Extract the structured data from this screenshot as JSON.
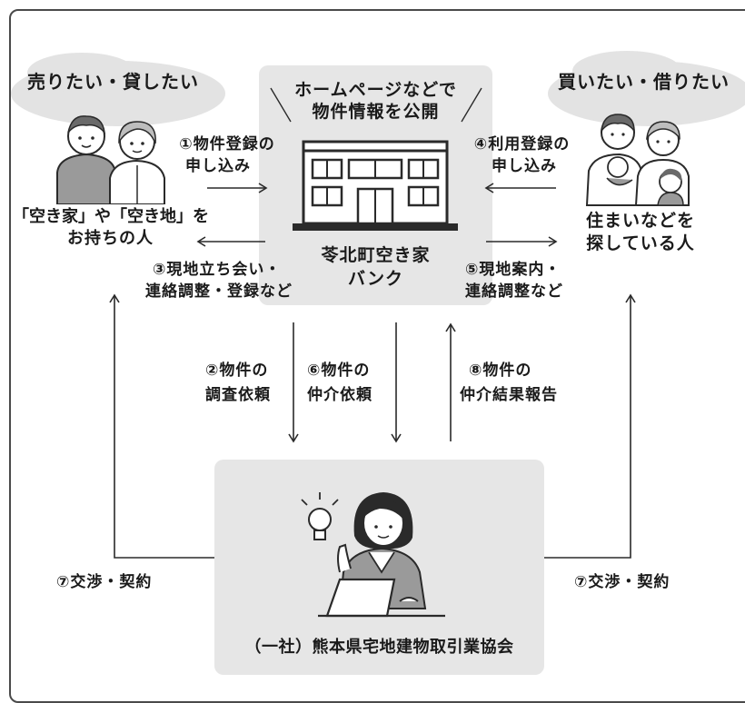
{
  "seller": {
    "heading": "売りたい・貸したい",
    "desc_line1": "「空き家」や「空き地」を",
    "desc_line2": "お持ちの人"
  },
  "buyer": {
    "heading": "買いたい・借りたい",
    "desc_line1": "住まいなどを",
    "desc_line2": "探している人"
  },
  "bank": {
    "banner_line1": "ホームページなどで",
    "banner_line2": "物件情報を公開",
    "name_line1": "苓北町空き家",
    "name_line2": "バンク"
  },
  "association": {
    "name": "（一社）熊本県宅地建物取引業協会"
  },
  "steps": {
    "s1_line1": "①物件登録の",
    "s1_line2": "申し込み",
    "s2_line1": "②物件の",
    "s2_line2": "調査依頼",
    "s3_line1": "③現地立ち会い・",
    "s3_line2": "連絡調整・登録など",
    "s4_line1": "④利用登録の",
    "s4_line2": "申し込み",
    "s5_line1": "⑤現地案内・",
    "s5_line2": "連絡調整など",
    "s6_line1": "⑥物件の",
    "s6_line2": "仲介依頼",
    "s7_left": "⑦交渉・契約",
    "s7_right": "⑦交渉・契約",
    "s8_line1": "⑧物件の",
    "s8_line2": "仲介結果報告"
  },
  "colors": {
    "box": "#e6e6e6",
    "line": "#2a2a2a",
    "cloud": "#e3e3e3"
  }
}
